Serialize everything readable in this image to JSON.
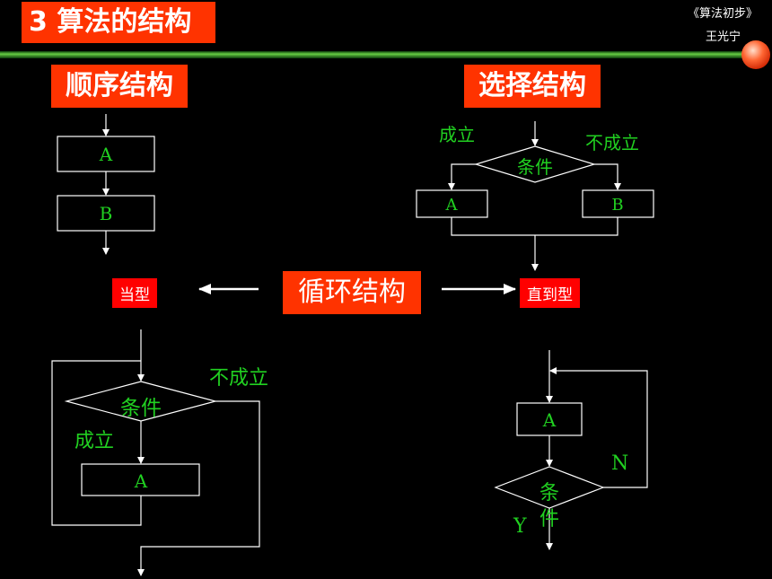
{
  "header": {
    "title": "3 算法的结构",
    "book": "《算法初步》",
    "author": "王光宁"
  },
  "sequence": {
    "title": "顺序结构",
    "box_a": "A",
    "box_b": "B"
  },
  "selection": {
    "title": "选择结构",
    "condition": "条件",
    "yes": "成立",
    "no": "不成立",
    "box_a": "A",
    "box_b": "B"
  },
  "loop": {
    "title": "循环结构",
    "while_label": "当型",
    "until_label": "直到型",
    "while_condition": "条件",
    "while_yes": "成立",
    "while_no": "不成立",
    "while_box": "A",
    "until_box": "A",
    "until_condition_1": "条",
    "until_condition_2": "件",
    "until_no": "N",
    "until_yes": "Y"
  },
  "colors": {
    "accent": "#ff3300",
    "label_green": "#21d021",
    "rule_green": "#33aa33"
  }
}
